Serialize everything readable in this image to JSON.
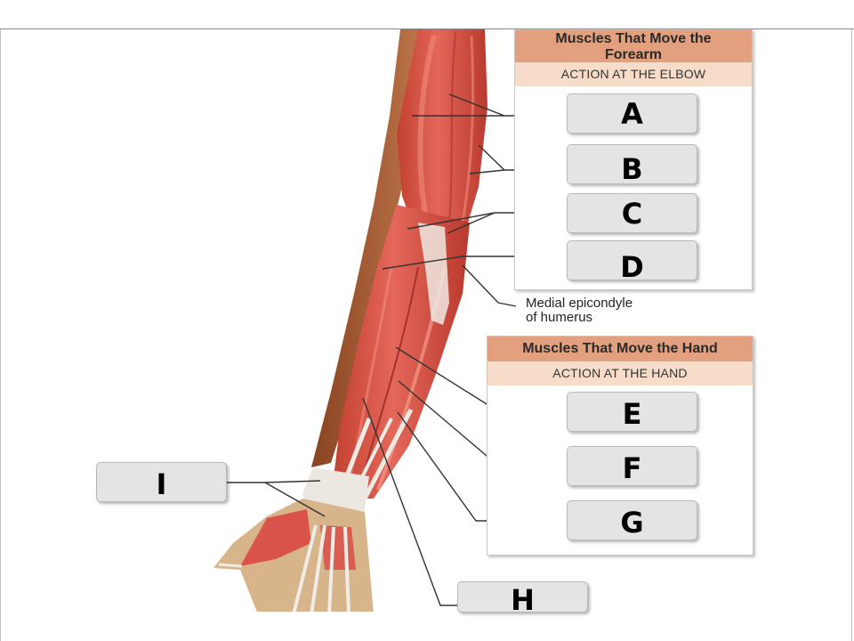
{
  "panels": {
    "forearm": {
      "title_line1": "Muscles That Move the",
      "title_line2": "Forearm",
      "subtitle": "ACTION AT THE ELBOW"
    },
    "hand": {
      "title": "Muscles That Move the Hand",
      "subtitle": "ACTION AT THE HAND"
    }
  },
  "labels": {
    "A": "A",
    "B": "B",
    "C": "C",
    "D": "D",
    "E": "E",
    "F": "F",
    "G": "G",
    "H": "H",
    "I": "I"
  },
  "annotation": {
    "line1": "Medial epicondyle",
    "line2": "of humerus"
  },
  "colors": {
    "muscle": "#d9534a",
    "muscle_dark": "#b5362f",
    "tendon": "#e8e4dc",
    "skin": "#b0643a",
    "panel_header": "#e2a07e",
    "panel_subheader": "#f7dcca",
    "answer_box": "#e4e4e4"
  }
}
